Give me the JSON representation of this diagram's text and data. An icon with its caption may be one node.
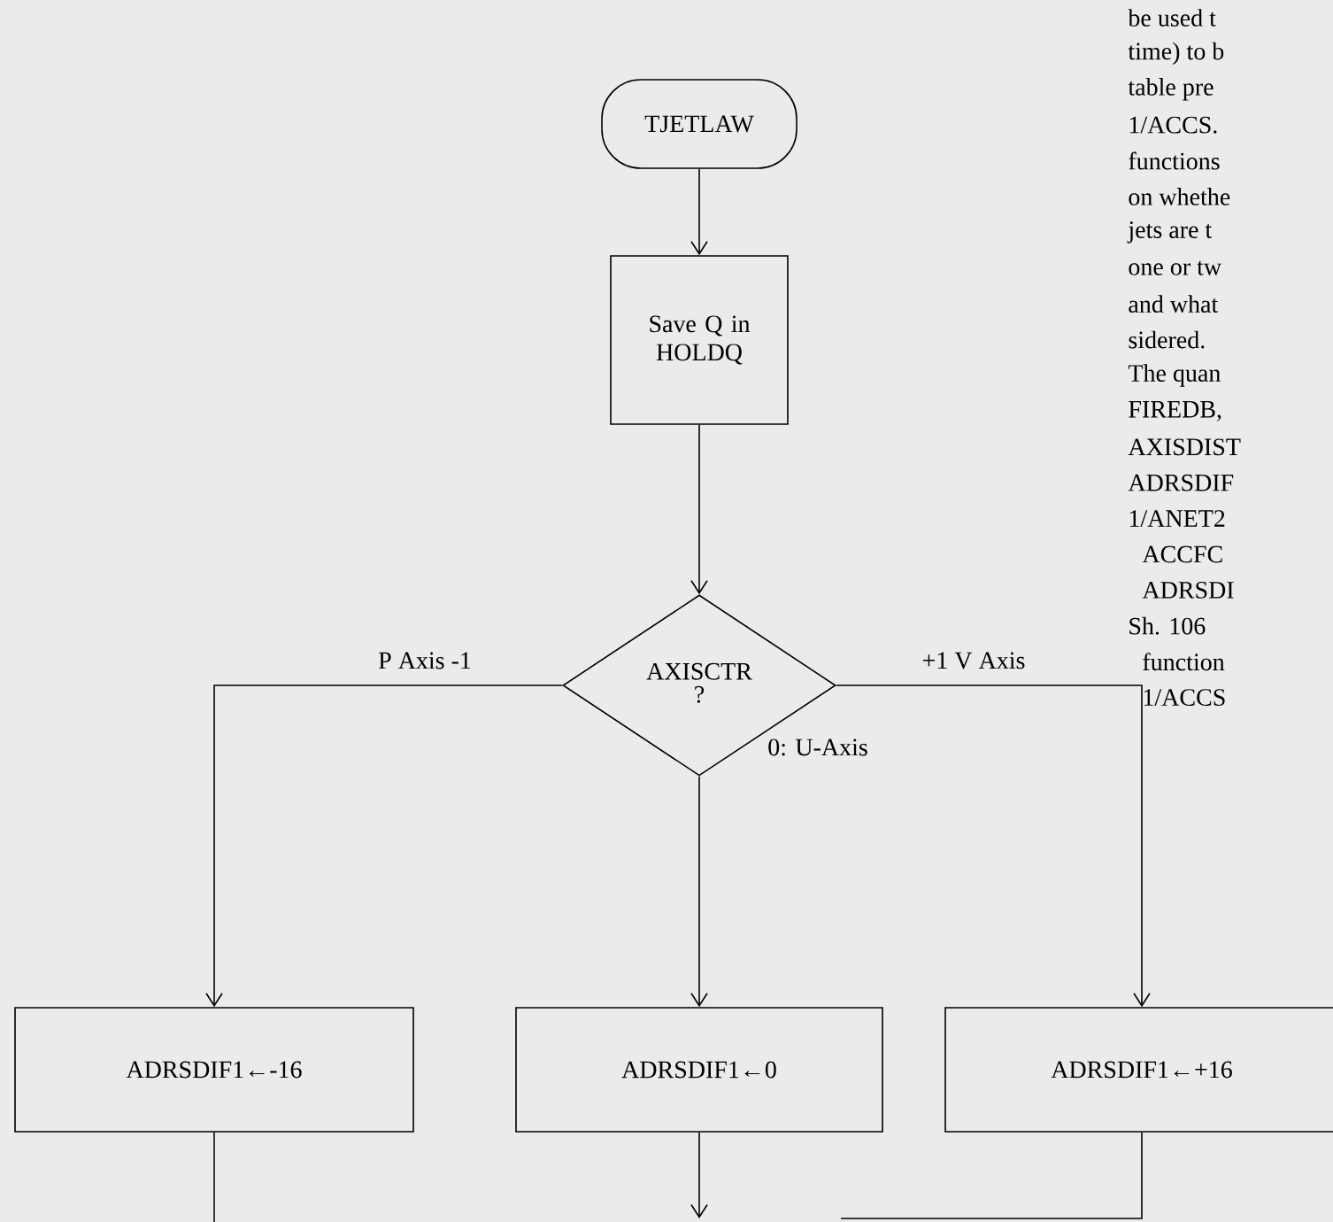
{
  "diagram": {
    "nodes": [
      {
        "text": [
          "TJETLAW"
        ]
      },
      {
        "text": [
          "Save Q in HOLDQ"
        ]
      },
      {
        "text": [
          "AXISCTR",
          "?"
        ]
      },
      {
        "text": [
          "ADRSDIF1←-16"
        ]
      },
      {
        "text": [
          "ADRSDIF1←0"
        ]
      },
      {
        "text": [
          "ADRSDIF1←+16"
        ]
      }
    ],
    "edges": [
      {
        "from": 0,
        "to": 1,
        "arrow": "to"
      },
      {
        "from": 1,
        "to": 2,
        "arrow": "to"
      },
      {
        "from": 2,
        "to": 3,
        "arrow": "to",
        "label": "P Axis -1"
      },
      {
        "from": 2,
        "to": 5,
        "arrow": "to",
        "label": "+1 V Axis"
      },
      {
        "from": 2,
        "to": 4,
        "arrow": "to",
        "label": "0: U-Axis"
      },
      {
        "from": 3,
        "to": null,
        "arrow": "none"
      },
      {
        "from": 4,
        "to": null,
        "arrow": "to"
      },
      {
        "from": 5,
        "to": null,
        "arrow": "none"
      }
    ],
    "labels": [
      "be used t",
      "time) to b",
      "table pre",
      "1/ACCS.",
      "functions",
      "on whethe",
      "jets are t",
      "one or tw",
      "and what",
      "sidered.",
      "The quan",
      "FIREDB,",
      "AXISDIST",
      "ADRSDIF",
      "1/ANET2",
      "ACCFC",
      "ADRSDI",
      "Sh. 106",
      "function",
      "1/ACCS"
    ]
  }
}
